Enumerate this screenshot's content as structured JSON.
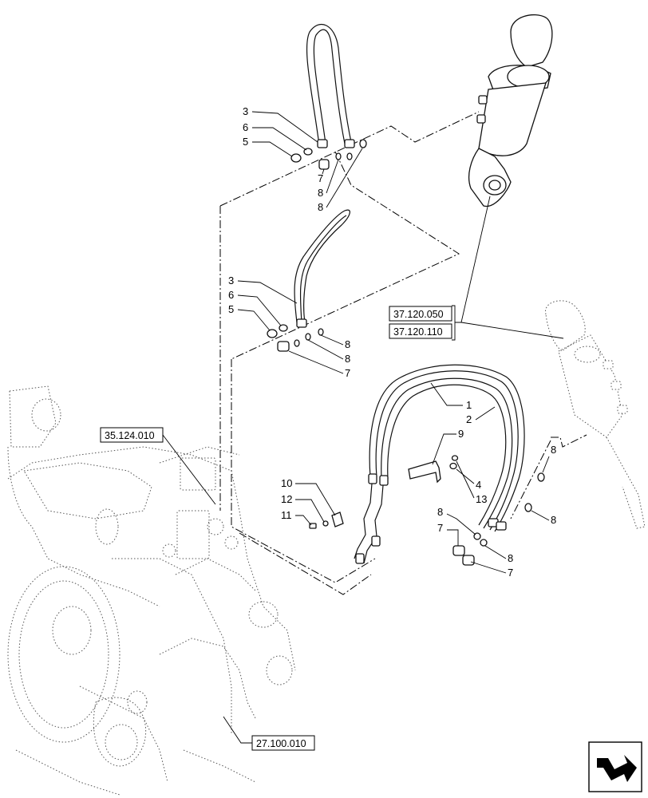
{
  "references": {
    "r1": "35.124.010",
    "r2": "37.120.050",
    "r3": "37.120.110",
    "r4": "27.100.010"
  },
  "callouts": {
    "top_3": "3",
    "top_6": "6",
    "top_5": "5",
    "top_7": "7",
    "top_8a": "8",
    "top_8b": "8",
    "mid_3": "3",
    "mid_6": "6",
    "mid_5": "5",
    "mid_8a": "8",
    "mid_8b": "8",
    "mid_7": "7",
    "c1": "1",
    "c2": "2",
    "c9": "9",
    "c4": "4",
    "c13": "13",
    "c10": "10",
    "c12": "12",
    "c11": "11",
    "r8a": "8",
    "r8b": "8",
    "l8": "8",
    "l7": "7",
    "l8b": "8",
    "l7b": "7"
  },
  "icons": {
    "nav": "next-page-arrow-icon"
  }
}
